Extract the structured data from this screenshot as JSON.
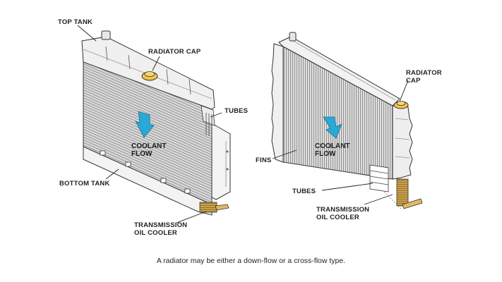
{
  "left": {
    "top_tank": "TOP TANK",
    "radiator_cap": "RADIATOR CAP",
    "tubes": "TUBES",
    "coolant_1": "COOLANT",
    "coolant_2": "FLOW",
    "bottom_tank": "BOTTOM TANK",
    "trans_1": "TRANSMISSION",
    "trans_2": "OIL COOLER"
  },
  "right": {
    "radiator_cap_1": "RADIATOR",
    "radiator_cap_2": "CAP",
    "fins": "FINS",
    "coolant_1": "COOLANT",
    "coolant_2": "FLOW",
    "tubes": "TUBES",
    "trans_1": "TRANSMISSION",
    "trans_2": "OIL COOLER"
  },
  "caption": "A radiator may be either a down-flow or a cross-flow type.",
  "colors": {
    "core": "#d9d9d9",
    "tank": "#efefef",
    "cap": "#f2c24a",
    "arrow": "#2aa8d6",
    "cooler": "#c79a3c",
    "line": "#333333"
  }
}
